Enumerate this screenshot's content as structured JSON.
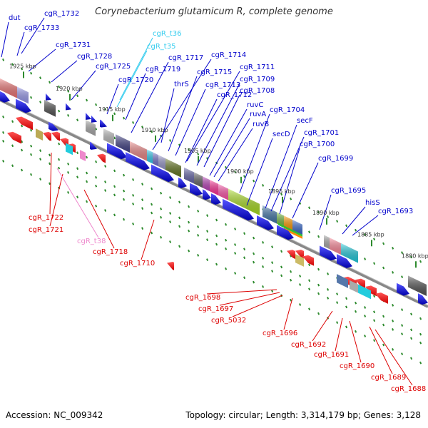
{
  "title": "Corynebacterium glutamicum R, complete genome",
  "footer": {
    "accession": "Accession: NC_009342",
    "summary": "Topology: circular; Length: 3,314,179 bp; Genes: 3,128"
  },
  "colors": {
    "backbone": "#888888",
    "tick": "#2e8b2e",
    "forward_gene": "#0000cc",
    "reverse_gene": "#dd0000",
    "trna_label": "#33ccee",
    "pseudo_label": "#ee88cc"
  },
  "ruler": [
    "1925 kbp",
    "1920 kbp",
    "1915 kbp",
    "1910 kbp",
    "1905 kbp",
    "1900 kbp",
    "1895 kbp",
    "1890 kbp",
    "1885 kbp",
    "1880 kbp"
  ],
  "top_labels": [
    "dut",
    "cgR_1732",
    "cgR_1733",
    "cgR_1731",
    "cgR_1728",
    "cgR_1725",
    "cgR_t36",
    "cgR_t35",
    "cgR_1720",
    "cgR_1719",
    "cgR_1717",
    "thrS",
    "cgR_1714",
    "cgR_1715",
    "cgR_1711",
    "cgR_1713",
    "cgR_1709",
    "cgR_1712",
    "cgR_1708",
    "ruvC",
    "ruvA",
    "ruvB",
    "cgR_1704",
    "secD",
    "secF",
    "cgR_1701",
    "cgR_1700",
    "cgR_1699",
    "cgR_1695",
    "hisS",
    "cgR_1693"
  ],
  "bottom_labels": [
    "cgR_1722",
    "cgR_1721",
    "cgR_t38",
    "cgR_1718",
    "cgR_1710",
    "cgR_1698",
    "cgR_1697",
    "cgR_5032",
    "cgR_1696",
    "cgR_1692",
    "cgR_1691",
    "cgR_1690",
    "cgR_1689",
    "cgR_1688"
  ]
}
